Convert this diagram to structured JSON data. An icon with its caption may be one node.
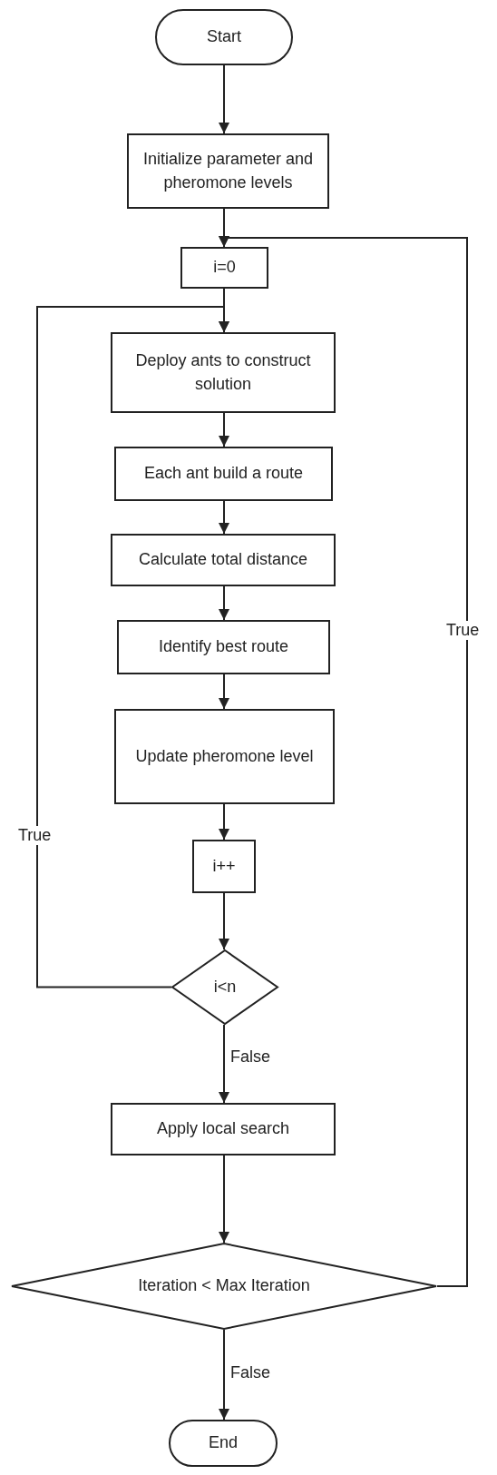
{
  "diagram": {
    "nodes": [
      {
        "text": [
          "Start"
        ]
      },
      {
        "text": [
          "Initialize parameter and pheromone levels"
        ]
      },
      {
        "text": [
          "i=0"
        ]
      },
      {
        "text": [
          "Deploy ants to construct solution"
        ]
      },
      {
        "text": [
          "Each ant build a route"
        ]
      },
      {
        "text": [
          "Calculate total distance"
        ]
      },
      {
        "text": [
          "Identify best route"
        ]
      },
      {
        "text": [
          "Update pheromone level"
        ]
      },
      {
        "text": [
          "i++"
        ]
      },
      {
        "text": [
          "i<n"
        ]
      },
      {
        "text": [
          "Apply local search"
        ]
      },
      {
        "text": [
          "Iteration < Max Iteration"
        ]
      },
      {
        "text": [
          "End"
        ]
      }
    ],
    "edges": [
      {
        "from": 0,
        "to": 1,
        "arrow": "to"
      },
      {
        "from": 1,
        "to": 2,
        "arrow": "to"
      },
      {
        "from": 2,
        "to": 3,
        "arrow": "to"
      },
      {
        "from": 3,
        "to": 4,
        "arrow": "to"
      },
      {
        "from": 4,
        "to": 5,
        "arrow": "to"
      },
      {
        "from": 5,
        "to": 6,
        "arrow": "to"
      },
      {
        "from": 6,
        "to": 7,
        "arrow": "to"
      },
      {
        "from": 7,
        "to": 8,
        "arrow": "to"
      },
      {
        "from": 8,
        "to": 9,
        "arrow": "to"
      },
      {
        "from": 9,
        "to": 3,
        "arrow": "to",
        "label": "True"
      },
      {
        "from": 9,
        "to": 10,
        "arrow": "to",
        "label": "False"
      },
      {
        "from": 10,
        "to": 11,
        "arrow": "to"
      },
      {
        "from": 11,
        "to": 2,
        "arrow": "to",
        "label": "True"
      },
      {
        "from": 11,
        "to": 12,
        "arrow": "to",
        "label": "False"
      }
    ]
  }
}
